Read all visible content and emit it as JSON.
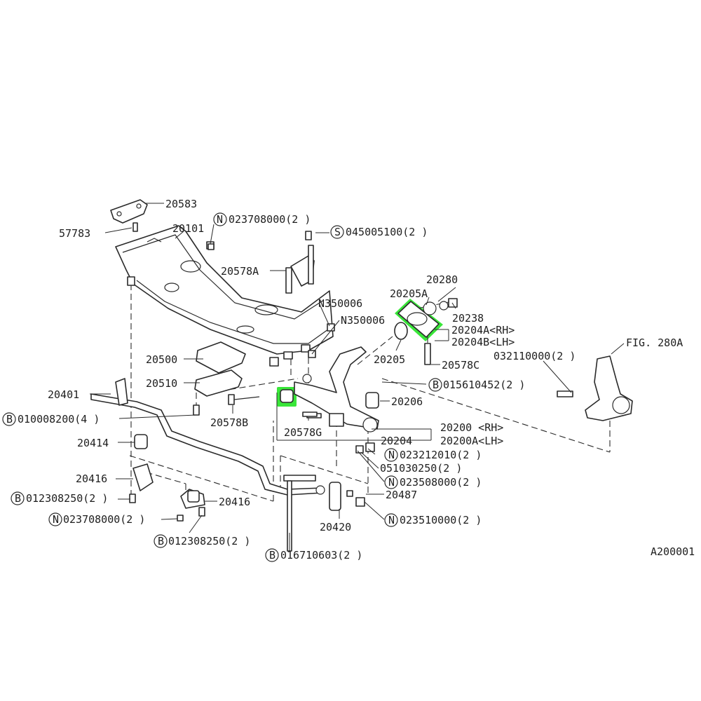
{
  "highlight_color": "#39e639",
  "figure_code": "A200001",
  "cross_reference": "FIG. 280A",
  "callouts": [
    {
      "id": "c20583",
      "part": "20583"
    },
    {
      "id": "c57783",
      "part": "57783"
    },
    {
      "id": "c20101",
      "part": "20101"
    },
    {
      "id": "c023708000a",
      "prefix": "N",
      "part": "023708000(2 )"
    },
    {
      "id": "c045005100",
      "prefix": "S",
      "part": "045005100(2 )"
    },
    {
      "id": "c20578A",
      "part": "20578A"
    },
    {
      "id": "cN350006a",
      "part": "N350006"
    },
    {
      "id": "cN350006b",
      "part": "N350006"
    },
    {
      "id": "c20280",
      "part": "20280"
    },
    {
      "id": "c20205A",
      "part": "20205A"
    },
    {
      "id": "c20238",
      "part": "20238"
    },
    {
      "id": "c20204A",
      "part": "20204A<RH>"
    },
    {
      "id": "c20204B",
      "part": "20204B<LH>"
    },
    {
      "id": "c20205",
      "part": "20205"
    },
    {
      "id": "c20578C",
      "part": "20578C"
    },
    {
      "id": "c032110000",
      "part": "032110000(2 )"
    },
    {
      "id": "c015610452",
      "prefix": "B",
      "part": "015610452(2 )"
    },
    {
      "id": "c20206",
      "part": "20206"
    },
    {
      "id": "c20500",
      "part": "20500"
    },
    {
      "id": "c20510",
      "part": "20510"
    },
    {
      "id": "c20401",
      "part": "20401"
    },
    {
      "id": "c010008200",
      "prefix": "B",
      "part": "010008200(4 )"
    },
    {
      "id": "c20578B",
      "part": "20578B"
    },
    {
      "id": "c20578G",
      "part": "20578G"
    },
    {
      "id": "c20204",
      "part": "20204"
    },
    {
      "id": "c20200",
      "part": "20200 <RH>"
    },
    {
      "id": "c20200A",
      "part": "20200A<LH>"
    },
    {
      "id": "c20414",
      "part": "20414"
    },
    {
      "id": "c023212010",
      "prefix": "N",
      "part": "023212010(2 )"
    },
    {
      "id": "c051030250",
      "part": "051030250(2 )"
    },
    {
      "id": "c023508000",
      "prefix": "N",
      "part": "023508000(2 )"
    },
    {
      "id": "c20416a",
      "part": "20416"
    },
    {
      "id": "c012308250a",
      "prefix": "B",
      "part": "012308250(2 )"
    },
    {
      "id": "c20416b",
      "part": "20416"
    },
    {
      "id": "c20487",
      "part": "20487"
    },
    {
      "id": "c023708000b",
      "prefix": "N",
      "part": "023708000(2 )"
    },
    {
      "id": "c20420",
      "part": "20420"
    },
    {
      "id": "c023510000",
      "prefix": "N",
      "part": "023510000(2 )"
    },
    {
      "id": "c012308250b",
      "prefix": "B",
      "part": "012308250(2 )"
    },
    {
      "id": "c016710603",
      "prefix": "B",
      "part": "016710603(2 )"
    }
  ]
}
